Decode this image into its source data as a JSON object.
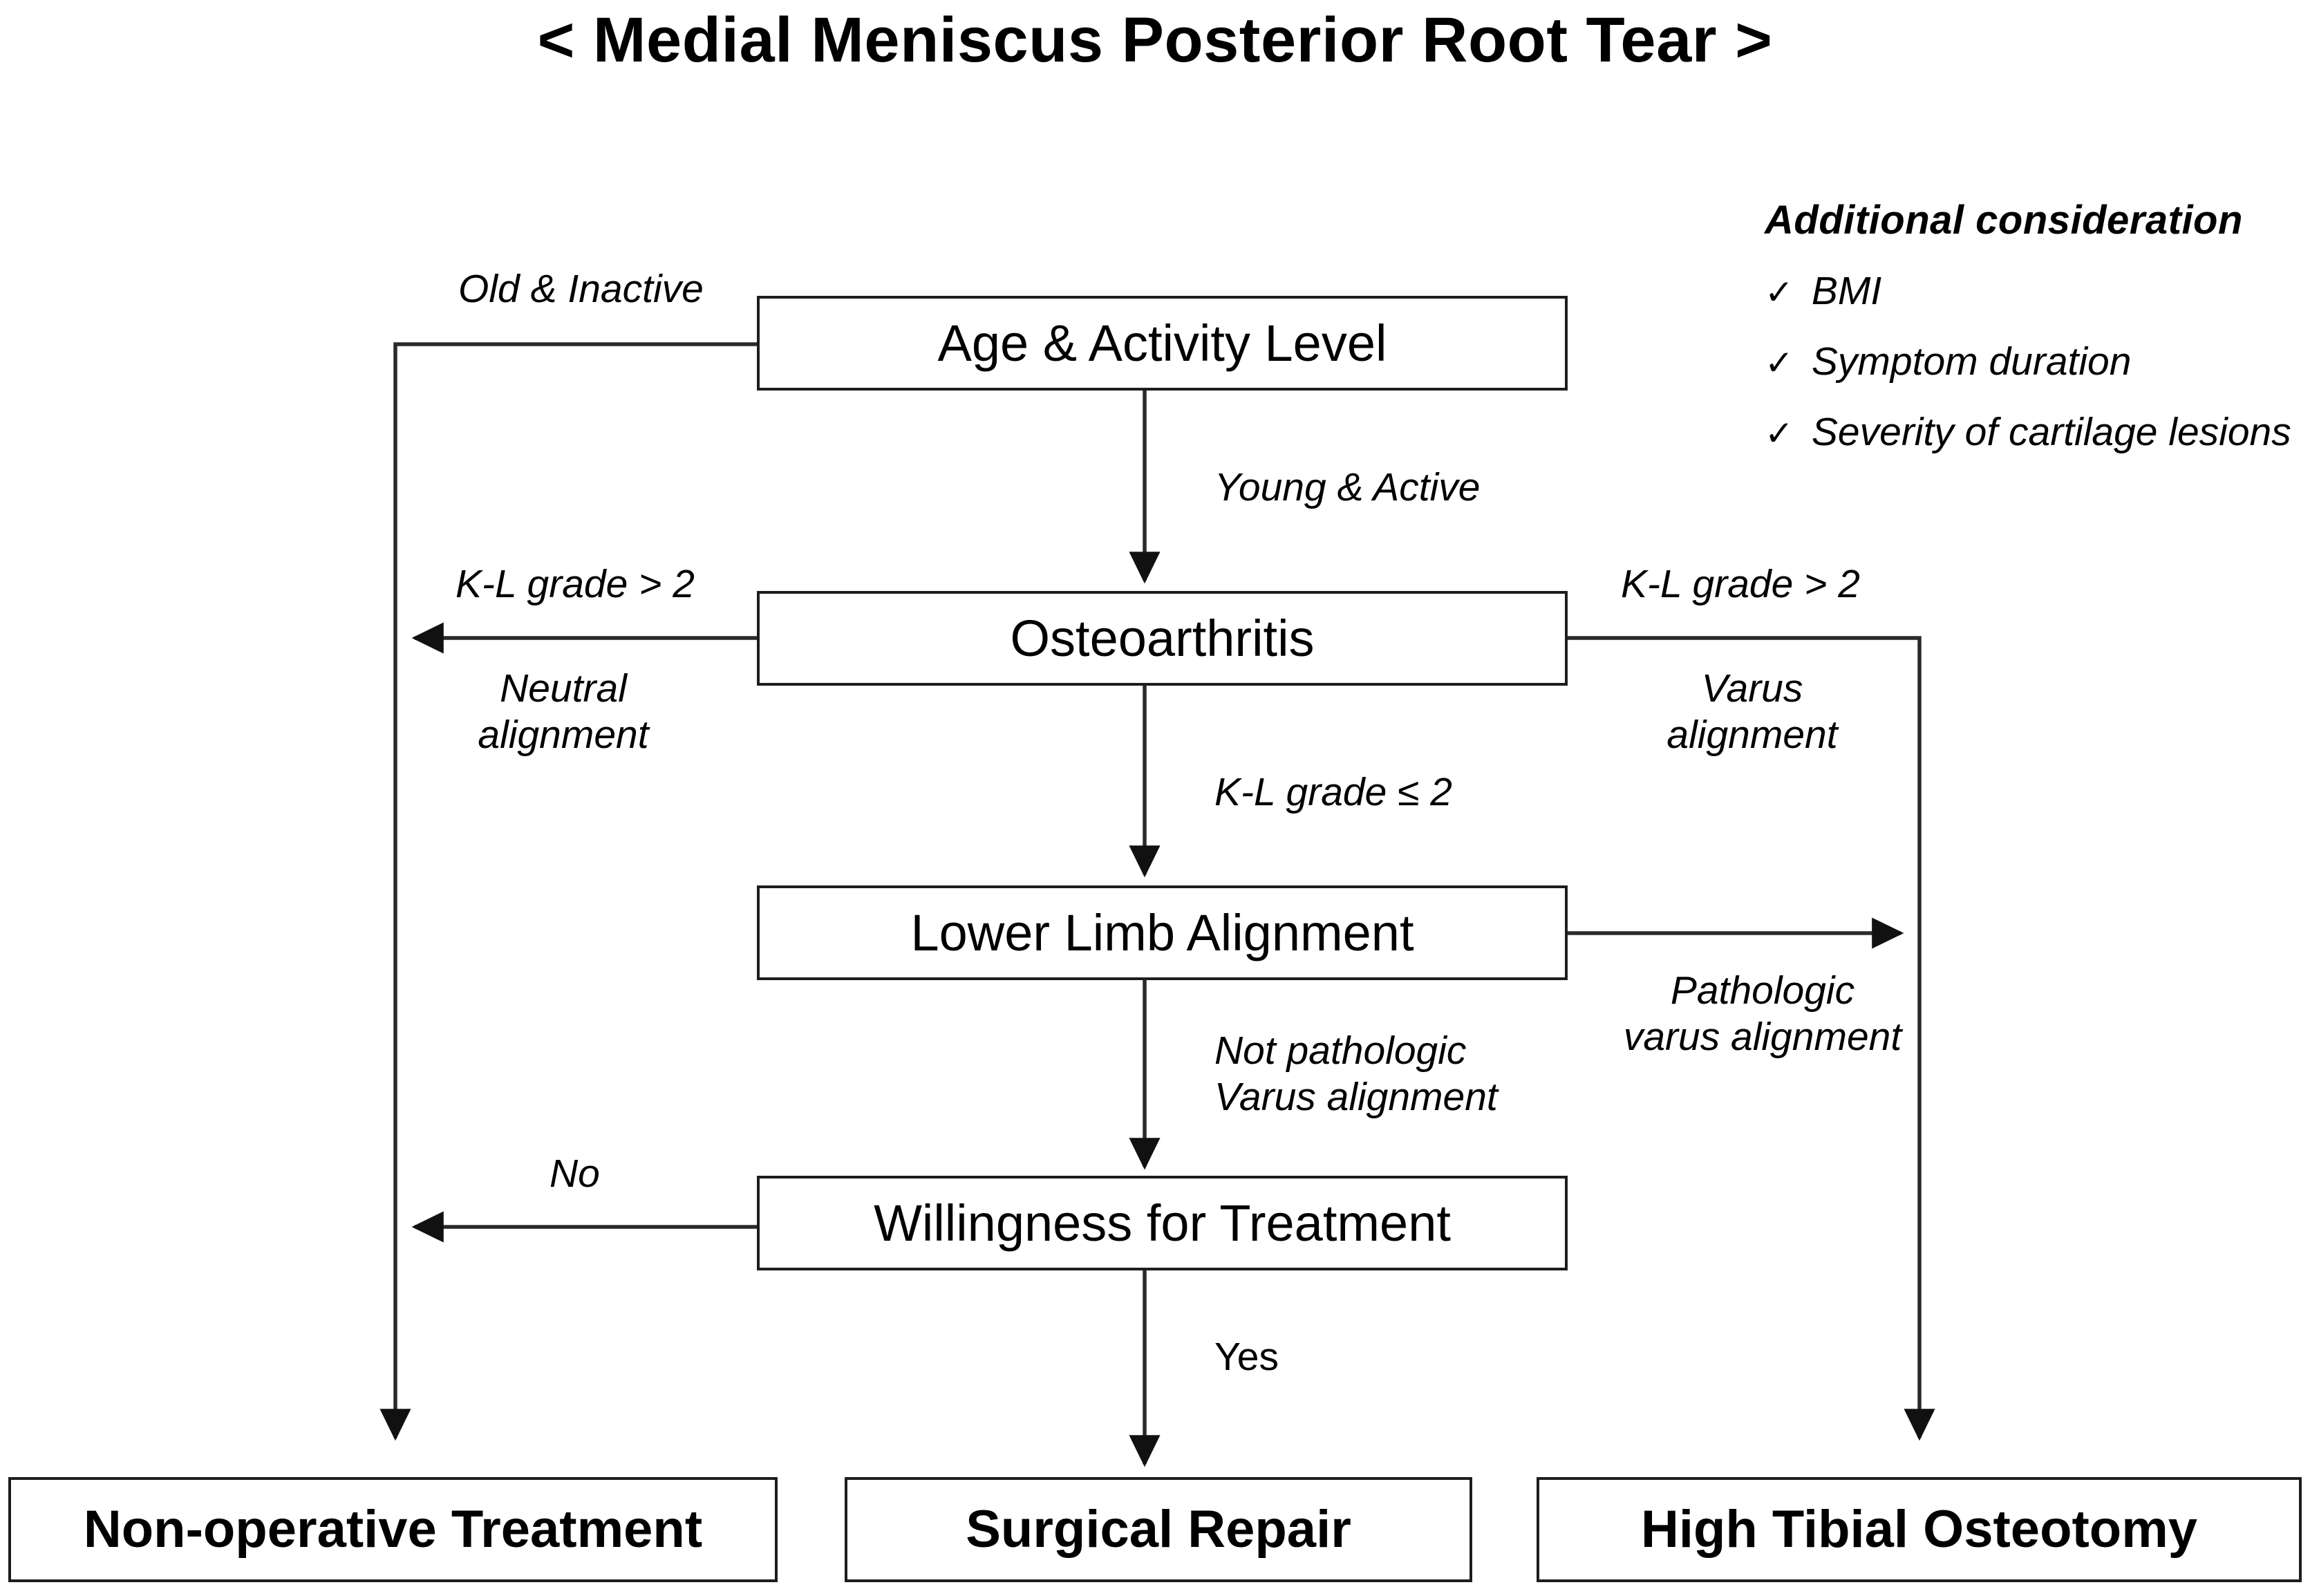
{
  "title": "< Medial Meniscus Posterior Root Tear >",
  "nodes": {
    "age_activity": "Age & Activity Level",
    "osteoarthritis": "Osteoarthritis",
    "lower_limb": "Lower Limb Alignment",
    "willingness": "Willingness for Treatment",
    "non_operative": "Non-operative Treatment",
    "surgical_repair": "Surgical Repair",
    "high_tibial": "High Tibial Osteotomy"
  },
  "edges": {
    "old_inactive": "Old & Inactive",
    "young_active": "Young & Active",
    "kl_gt2_left": "K-L grade > 2",
    "neutral_alignment_l1": "Neutral",
    "neutral_alignment_l2": "alignment",
    "kl_gt2_right": "K-L grade > 2",
    "varus_alignment_l1": "Varus",
    "varus_alignment_l2": "alignment",
    "kl_le2": "K-L grade ≤ 2",
    "pathologic_varus_l1": "Pathologic",
    "pathologic_varus_l2": "varus alignment",
    "not_pathologic_l1": "Not pathologic",
    "not_pathologic_l2": "Varus alignment",
    "no": "No",
    "yes": "Yes"
  },
  "notes": {
    "heading": "Additional consideration",
    "check_glyph": "✓",
    "items": [
      "BMI",
      "Symptom duration",
      "Severity of cartilage lesions"
    ]
  },
  "colors": {
    "ink": "#000000",
    "stroke": "#1d1d1d",
    "background": "#ffffff"
  },
  "chart_data": {
    "type": "flowchart",
    "title": "< Medial Meniscus Posterior Root Tear >",
    "nodes": [
      {
        "id": "age_activity",
        "label": "Age & Activity Level",
        "kind": "decision-box"
      },
      {
        "id": "osteoarthritis",
        "label": "Osteoarthritis",
        "kind": "decision-box"
      },
      {
        "id": "lower_limb",
        "label": "Lower Limb Alignment",
        "kind": "decision-box"
      },
      {
        "id": "willingness",
        "label": "Willingness for Treatment",
        "kind": "decision-box"
      },
      {
        "id": "non_operative",
        "label": "Non-operative Treatment",
        "kind": "terminal"
      },
      {
        "id": "surgical_repair",
        "label": "Surgical Repair",
        "kind": "terminal"
      },
      {
        "id": "high_tibial",
        "label": "High Tibial Osteotomy",
        "kind": "terminal"
      }
    ],
    "links": [
      {
        "from": "age_activity",
        "to": "non_operative",
        "label": "Old & Inactive"
      },
      {
        "from": "age_activity",
        "to": "osteoarthritis",
        "label": "Young & Active"
      },
      {
        "from": "osteoarthritis",
        "to": "non_operative",
        "label": "K-L grade > 2 / Neutral alignment"
      },
      {
        "from": "osteoarthritis",
        "to": "high_tibial",
        "label": "K-L grade > 2 / Varus alignment"
      },
      {
        "from": "osteoarthritis",
        "to": "lower_limb",
        "label": "K-L grade ≤ 2"
      },
      {
        "from": "lower_limb",
        "to": "high_tibial",
        "label": "Pathologic varus alignment"
      },
      {
        "from": "lower_limb",
        "to": "willingness",
        "label": "Not pathologic Varus alignment"
      },
      {
        "from": "willingness",
        "to": "non_operative",
        "label": "No"
      },
      {
        "from": "willingness",
        "to": "surgical_repair",
        "label": "Yes"
      }
    ],
    "annotations": {
      "Additional consideration": [
        "BMI",
        "Symptom duration",
        "Severity of cartilage lesions"
      ]
    }
  }
}
